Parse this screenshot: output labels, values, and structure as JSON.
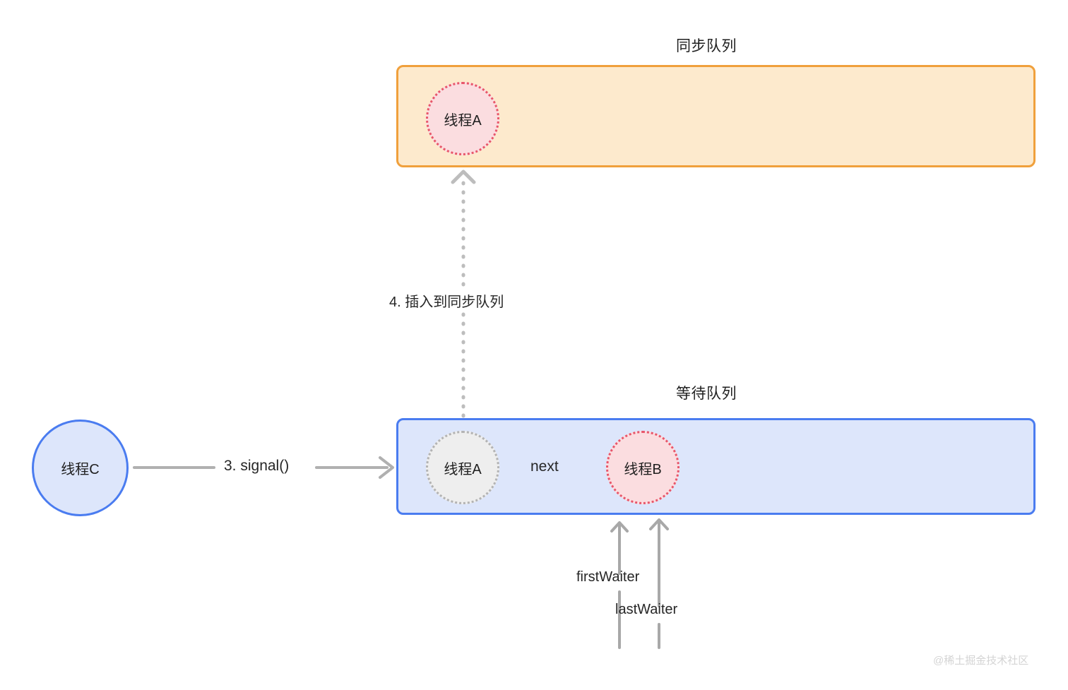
{
  "diagram": {
    "title_watermark": "@稀土掘金技术社区",
    "sync_queue": {
      "title": "同步队列",
      "nodes": [
        {
          "label": "线程A",
          "style": "pink-dotted"
        }
      ],
      "box_color": "#f0a03c",
      "fill_color": "#fdeacd"
    },
    "wait_queue": {
      "title": "等待队列",
      "nodes": [
        {
          "label": "线程A",
          "style": "gray-dotted"
        },
        {
          "label": "线程B",
          "style": "pink-dotted"
        }
      ],
      "link_label": "next",
      "box_color": "#4a7cf0",
      "fill_color": "#dde6fb"
    },
    "actor": {
      "label": "线程C",
      "style": "blue-solid",
      "border_color": "#4a7cf0",
      "fill_color": "#dde6fb"
    },
    "edges": [
      {
        "name": "signal-edge",
        "label": "3. signal()",
        "style": "solid-arrow",
        "color": "#b0b0b0"
      },
      {
        "name": "insert-edge",
        "label": "4. 插入到同步队列",
        "style": "dotted-arrow",
        "color": "#b0b0b0"
      }
    ],
    "pointers": [
      {
        "name": "first-waiter",
        "label": "firstWaiter"
      },
      {
        "name": "last-waiter",
        "label": "lastWaiter"
      }
    ]
  }
}
